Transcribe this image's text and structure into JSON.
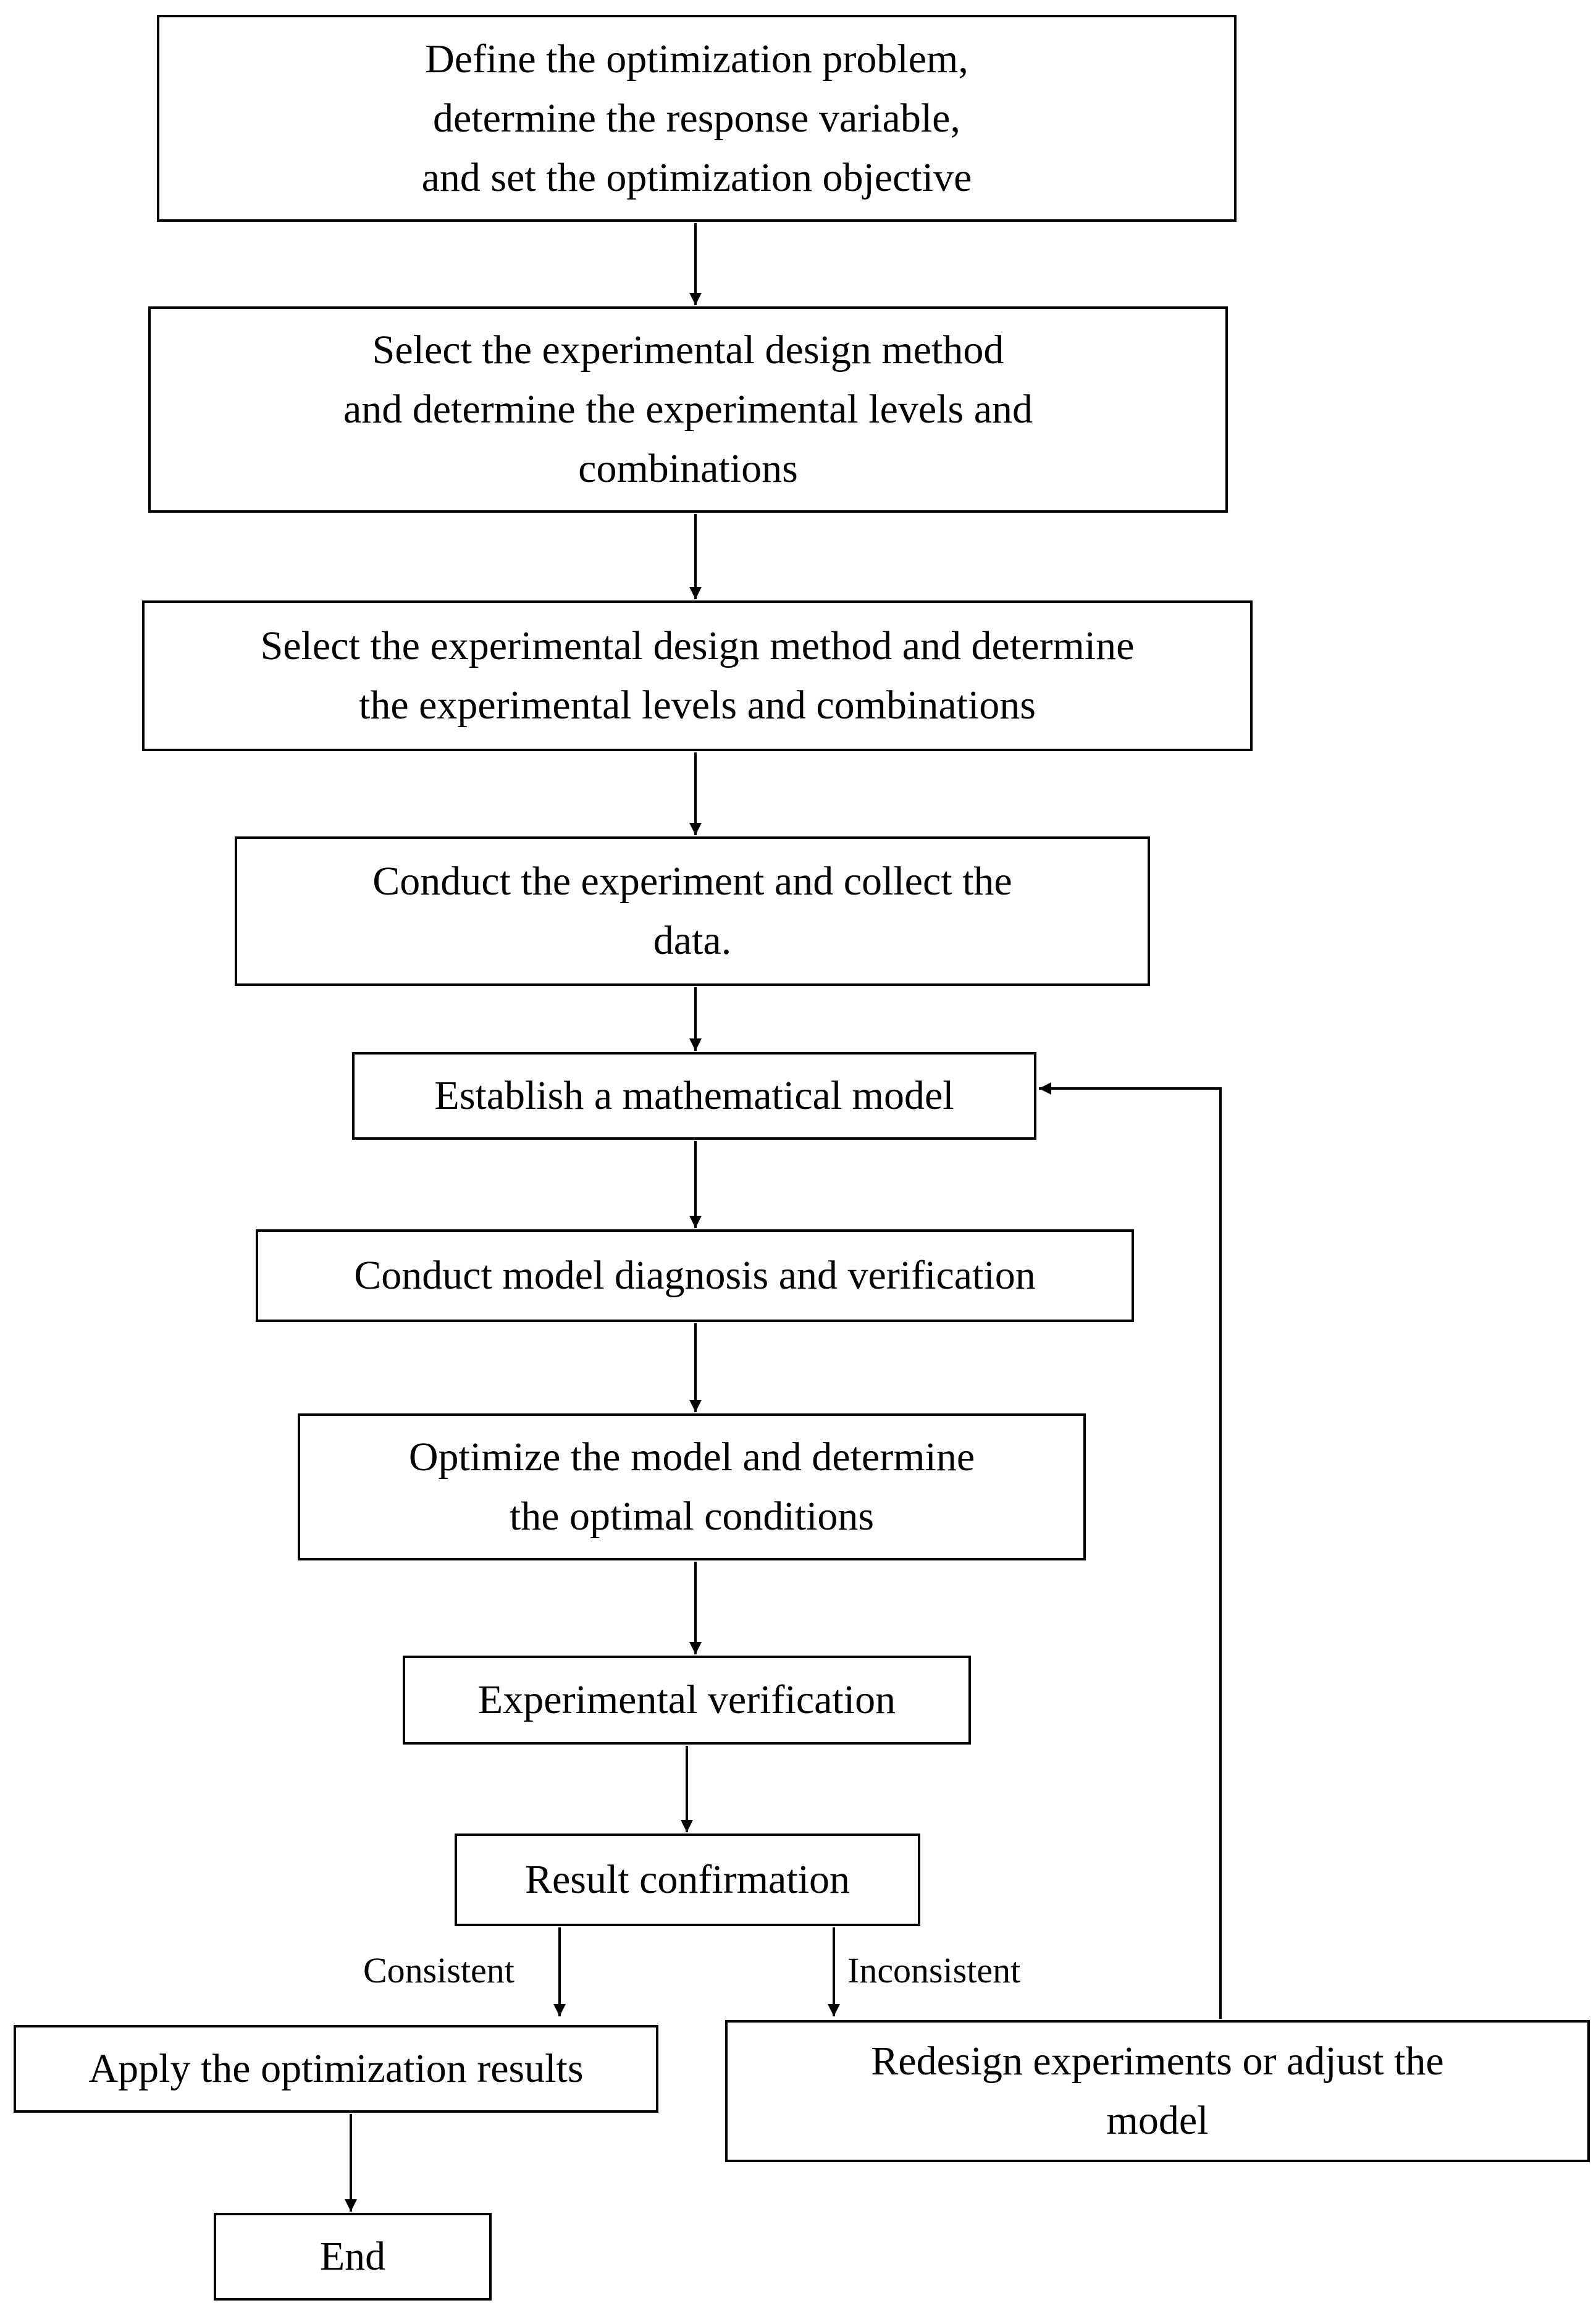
{
  "flowchart": {
    "nodes": [
      {
        "id": "define-problem",
        "label": "Define the optimization problem,\ndetermine the response variable,\nand set the optimization objective"
      },
      {
        "id": "select-method-1",
        "label": "Select the experimental design method\nand determine the experimental levels and\ncombinations"
      },
      {
        "id": "select-method-2",
        "label": "Select the experimental design method and determine\nthe experimental levels and combinations"
      },
      {
        "id": "conduct-experiment",
        "label": "Conduct the experiment and collect the\ndata."
      },
      {
        "id": "establish-model",
        "label": "Establish a mathematical model"
      },
      {
        "id": "model-diagnosis",
        "label": "Conduct model diagnosis and verification"
      },
      {
        "id": "optimize-model",
        "label": "Optimize the model and determine\nthe optimal conditions"
      },
      {
        "id": "experimental-verification",
        "label": "Experimental verification"
      },
      {
        "id": "result-confirmation",
        "label": "Result confirmation"
      },
      {
        "id": "apply-results",
        "label": "Apply the optimization results"
      },
      {
        "id": "redesign",
        "label": "Redesign experiments or adjust the\nmodel"
      },
      {
        "id": "end",
        "label": "End"
      }
    ],
    "edges": [
      {
        "from": "define-problem",
        "to": "select-method-1",
        "label": ""
      },
      {
        "from": "select-method-1",
        "to": "select-method-2",
        "label": ""
      },
      {
        "from": "select-method-2",
        "to": "conduct-experiment",
        "label": ""
      },
      {
        "from": "conduct-experiment",
        "to": "establish-model",
        "label": ""
      },
      {
        "from": "establish-model",
        "to": "model-diagnosis",
        "label": ""
      },
      {
        "from": "model-diagnosis",
        "to": "optimize-model",
        "label": ""
      },
      {
        "from": "optimize-model",
        "to": "experimental-verification",
        "label": ""
      },
      {
        "from": "experimental-verification",
        "to": "result-confirmation",
        "label": ""
      },
      {
        "from": "result-confirmation",
        "to": "apply-results",
        "label": "Consistent"
      },
      {
        "from": "result-confirmation",
        "to": "redesign",
        "label": "Inconsistent"
      },
      {
        "from": "redesign",
        "to": "establish-model",
        "label": ""
      },
      {
        "from": "apply-results",
        "to": "end",
        "label": ""
      }
    ]
  }
}
